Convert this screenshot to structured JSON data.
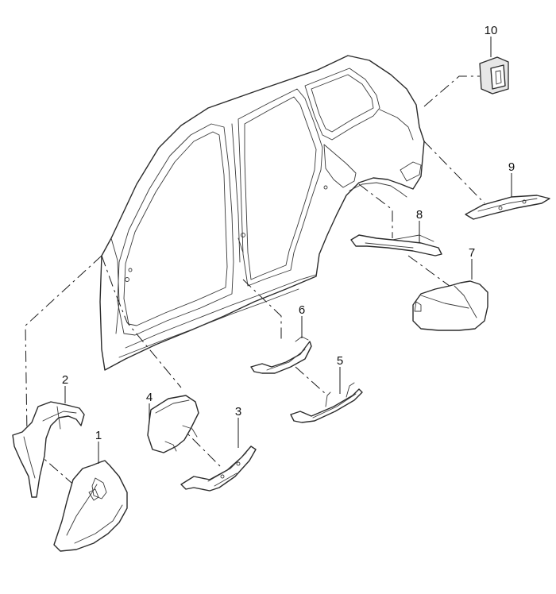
{
  "callouts": [
    {
      "id": "1",
      "label": "1"
    },
    {
      "id": "2",
      "label": "2"
    },
    {
      "id": "3",
      "label": "3"
    },
    {
      "id": "4",
      "label": "4"
    },
    {
      "id": "5",
      "label": "5"
    },
    {
      "id": "6",
      "label": "6"
    },
    {
      "id": "7",
      "label": "7"
    },
    {
      "id": "8",
      "label": "8"
    },
    {
      "id": "9",
      "label": "9"
    },
    {
      "id": "10",
      "label": "10"
    }
  ],
  "colors": {
    "background": "#ffffff",
    "line": "#2b2b2b",
    "shading": "#e7e7e7"
  }
}
